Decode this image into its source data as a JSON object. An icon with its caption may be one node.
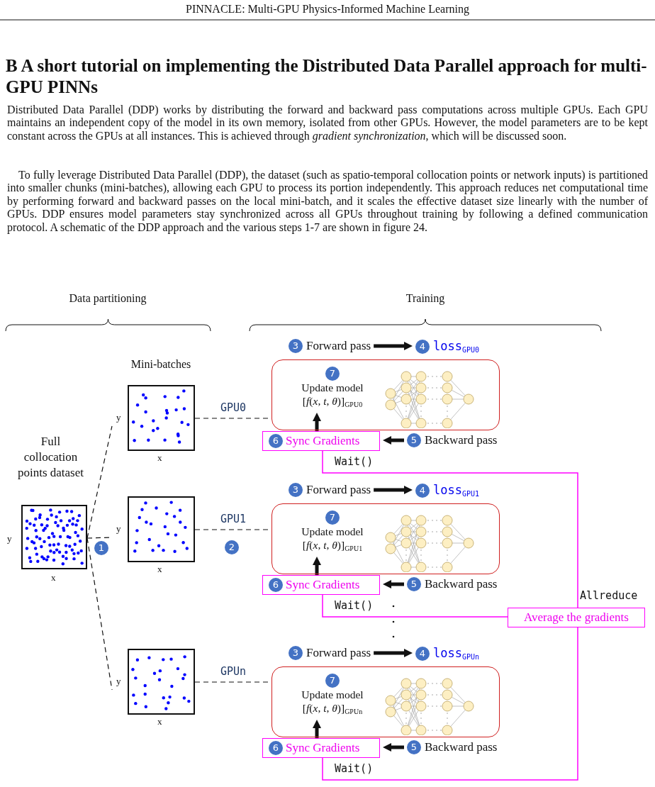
{
  "diagram": {
    "title": "B A short tutorial on implementing the Distributed Data Parallel approach for multi-GPU PINNs",
    "nodes": [
      {
        "text": [
          "Full collocation points dataset"
        ],
        "beside": [
          "y",
          "x"
        ]
      },
      {
        "text": [],
        "shape": "box",
        "beside": [
          "y",
          "x"
        ]
      },
      {
        "text": [],
        "shape": "box",
        "beside": [
          "y",
          "x"
        ]
      },
      {
        "text": [],
        "shape": "box",
        "beside": [
          "y",
          "x"
        ]
      },
      {
        "text": [
          "3",
          "Forward pass"
        ]
      },
      {
        "text": [
          "4",
          "loss$_{GPU0}$"
        ]
      },
      {
        "text": [
          "7",
          "Update model",
          "[*f*(*x*, *t*, *θ*)]$_{GPU0}$"
        ]
      },
      {
        "text": [
          "6",
          "Sync Gradients"
        ]
      },
      {
        "text": [
          "5",
          "Backward pass"
        ]
      },
      {
        "text": [
          "3",
          "Forward pass"
        ]
      },
      {
        "text": [
          "4",
          "loss$_{GPU1}$"
        ]
      },
      {
        "text": [
          "7",
          "Update model",
          "[*f*(*x*, *t*, *θ*)]$_{GPU1}$"
        ]
      },
      {
        "text": [
          "6",
          "Sync Gradients"
        ]
      },
      {
        "text": [
          "5",
          "Backward pass"
        ]
      },
      {
        "text": [
          "3",
          "Forward pass"
        ]
      },
      {
        "text": [
          "4",
          "loss$_{GPUn}$"
        ]
      },
      {
        "text": [
          "7",
          "Update model",
          "[*f*(*x*, *t*, *θ*)]$_{GPUn}$"
        ]
      },
      {
        "text": [
          "6",
          "Sync Gradients"
        ]
      },
      {
        "text": [
          "5",
          "Backward pass"
        ]
      },
      {
        "text": [
          "Average the gradients"
        ],
        "beside": [
          "Allreduce"
        ]
      },
      {
        "text": [
          "1"
        ]
      },
      {
        "text": [
          "2"
        ]
      }
    ],
    "edges": [
      {
        "from": 0,
        "to": 1,
        "arrow": "none",
        "style": "dashed"
      },
      {
        "from": 0,
        "to": 2,
        "arrow": "none",
        "style": "dashed"
      },
      {
        "from": 0,
        "to": 3,
        "arrow": "none",
        "style": "dashed"
      },
      {
        "from": 1,
        "to": 6,
        "arrow": "none",
        "style": "dashed",
        "label": "GPU0"
      },
      {
        "from": 2,
        "to": 11,
        "arrow": "none",
        "style": "dashed",
        "label": "GPU1"
      },
      {
        "from": 3,
        "to": 16,
        "arrow": "none",
        "style": "dashed",
        "label": "GPUn"
      },
      {
        "from": 4,
        "to": 5,
        "arrow": "to",
        "style": "thick"
      },
      {
        "from": 8,
        "to": 7,
        "arrow": "to",
        "style": "thick"
      },
      {
        "from": 7,
        "to": 6,
        "arrow": "to",
        "style": "thick"
      },
      {
        "from": 7,
        "to": 19,
        "arrow": "none",
        "color": "#ff00ff",
        "label": "Wait()"
      },
      {
        "from": 9,
        "to": 10,
        "arrow": "to",
        "style": "thick"
      },
      {
        "from": 13,
        "to": 12,
        "arrow": "to",
        "style": "thick"
      },
      {
        "from": 12,
        "to": 11,
        "arrow": "to",
        "style": "thick"
      },
      {
        "from": 12,
        "to": 19,
        "arrow": "none",
        "color": "#ff00ff",
        "label": "Wait()"
      },
      {
        "from": 14,
        "to": 15,
        "arrow": "to",
        "style": "thick"
      },
      {
        "from": 18,
        "to": 17,
        "arrow": "to",
        "style": "thick"
      },
      {
        "from": 17,
        "to": 16,
        "arrow": "to",
        "style": "thick"
      },
      {
        "from": 17,
        "to": 19,
        "arrow": "none",
        "color": "#ff00ff",
        "label": "Wait()"
      }
    ],
    "labels": [
      "PINNACLE: Multi-GPU Physics-Informed Machine Learning",
      "Distributed Data Parallel (DDP) works by distributing the forward and backward pass computations across multiple GPUs. Each GPU maintains an independent copy of the model in its own memory, isolated from other GPUs. However, the model parameters are to be kept constant across the GPUs at all instances. This is achieved through *gradient synchronization*, which will be discussed soon.",
      "To fully leverage Distributed Data Parallel (DDP), the dataset (such as spatio-temporal collocation points or network inputs) is partitioned into smaller chunks (mini-batches), allowing each GPU to process its portion independently. This approach reduces net computational time by performing forward and backward passes on the local mini-batch, and it scales the effective dataset size linearly with the number of GPUs. DDP ensures model parameters stay synchronized across all GPUs throughout training by following a defined communication protocol. A schematic of the DDP approach and the various steps 1-7 are shown in figure 24.",
      "Data partitioning",
      "Training",
      "Mini-batches"
    ]
  }
}
